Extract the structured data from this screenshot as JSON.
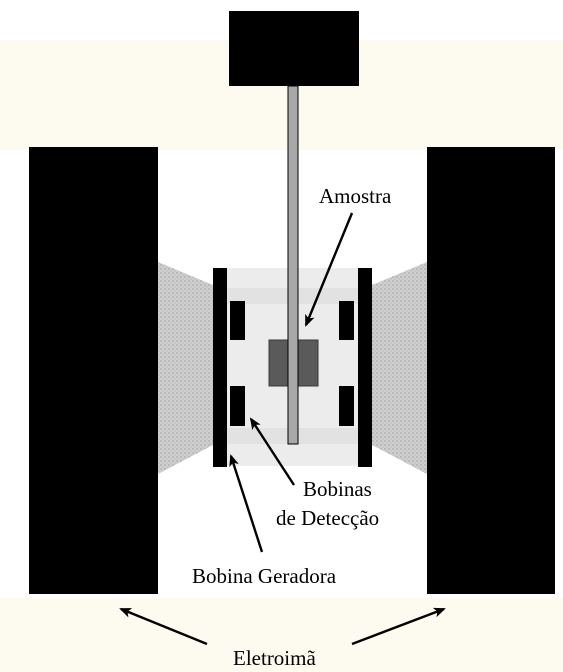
{
  "labels": {
    "sample": "Amostra",
    "detection_coils_line1": "Bobinas",
    "detection_coils_line2": "de Detecção",
    "generator_coil": "Bobina Geradora",
    "electromagnet": "Eletroimã"
  },
  "colors": {
    "background": "#ffffff",
    "cream_tint": "#fdfbf0",
    "magnet": "#000000",
    "pole_piece": "#c6c6c6",
    "coil_region": "#ececec",
    "coil_band": "#e0e0e0",
    "sample": "#5a5a5a",
    "rod": "#a8a8a8"
  }
}
